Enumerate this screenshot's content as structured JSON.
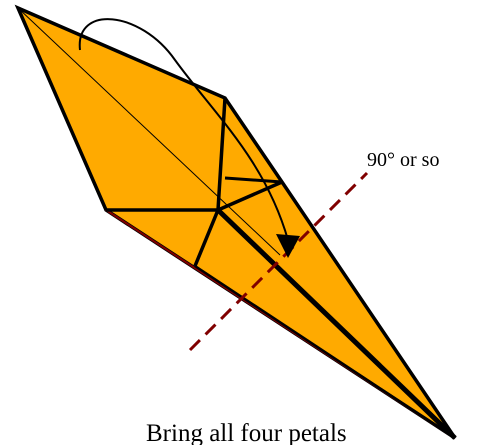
{
  "angle_label": "90° or so",
  "caption": "Bring all four petals",
  "colors": {
    "paper": "#ffaa00",
    "edge": "#000000",
    "crease_line": "#800000",
    "background": "#ffffff"
  },
  "icons": {
    "arrow": "curved-arrow-icon",
    "axis": "dashed-axis-line"
  }
}
